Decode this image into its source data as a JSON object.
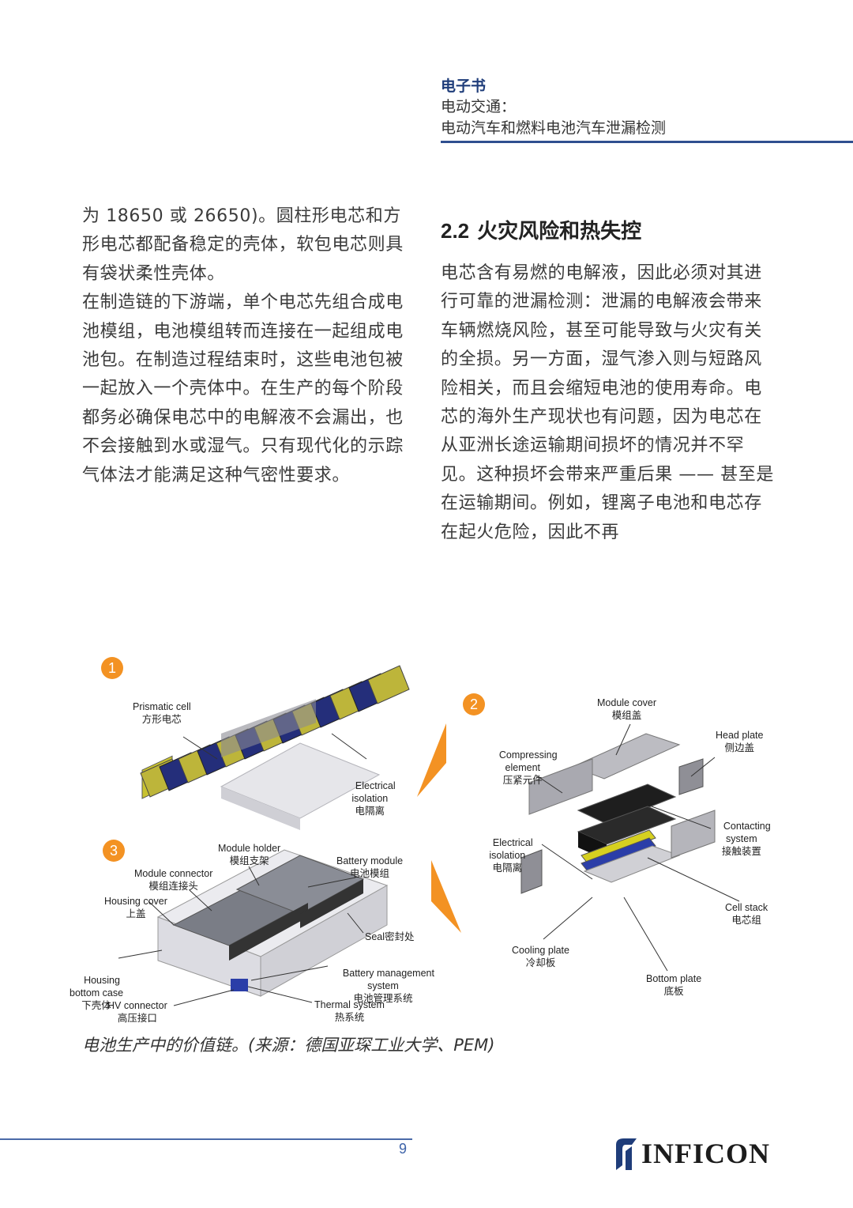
{
  "header": {
    "label": "电子书",
    "line1": "电动交通：",
    "line2": "电动汽车和燃料电池汽车泄漏检测"
  },
  "left_column": {
    "paragraphs": [
      "为 18650 或 26650)。圆柱形电芯和方形电芯都配备稳定的壳体，软包电芯则具有袋状柔性壳体。",
      "在制造链的下游端，单个电芯先组合成电池模组，电池模组转而连接在一起组成电池包。在制造过程结束时，这些电池包被一起放入一个壳体中。在生产的每个阶段都务必确保电芯中的电解液不会漏出，也不会接触到水或湿气。只有现代化的示踪气体法才能满足这种气密性要求。"
    ]
  },
  "right_column": {
    "section_number": "2.2",
    "section_title": "火灾风险和热失控",
    "paragraph": "电芯含有易燃的电解液，因此必须对其进行可靠的泄漏检测：泄漏的电解液会带来车辆燃烧风险，甚至可能导致与火灾有关的全损。另一方面，湿气渗入则与短路风险相关，而且会缩短电池的使用寿命。电芯的海外生产现状也有问题，因为电芯在从亚洲长途运输期间损坏的情况并不罕见。这种损坏会带来严重后果 —— 甚至是在运输期间。例如，锂离子电池和电芯存在起火危险，因此不再"
  },
  "figure": {
    "badges": [
      "1",
      "2",
      "3"
    ],
    "labels": {
      "prismatic_cell": {
        "en": "Prismatic cell",
        "zh": "方形电芯"
      },
      "electrical_isolation_1": {
        "en": "Electrical\nisolation",
        "zh": "电隔离"
      },
      "module_cover": {
        "en": "Module  cover",
        "zh": "模组盖"
      },
      "compressing_element": {
        "en": "Compressing\nelement",
        "zh": "压紧元件"
      },
      "head_plate": {
        "en": "Head plate",
        "zh": "侧边盖"
      },
      "contacting_system": {
        "en": "Contacting\nsystem",
        "zh": "接触装置"
      },
      "electrical_isolation_2": {
        "en": "Electrical\nisolation",
        "zh": "电隔离"
      },
      "cell_stack": {
        "en": "Cell stack",
        "zh": "电芯组"
      },
      "cooling_plate": {
        "en": "Cooling plate",
        "zh": "冷却板"
      },
      "bottom_plate": {
        "en": "Bottom plate",
        "zh": "底板"
      },
      "module_holder": {
        "en": "Module holder",
        "zh": "模组支架"
      },
      "module_connector": {
        "en": "Module connector",
        "zh": "模组连接头"
      },
      "battery_module": {
        "en": "Battery module",
        "zh": "电池模组"
      },
      "housing_cover": {
        "en": "Housing cover",
        "zh": "上盖"
      },
      "seal": {
        "en": "Seal",
        "zh": "密封处"
      },
      "housing_bottom_case": {
        "en": "Housing\nbottom case",
        "zh": "下壳体"
      },
      "battery_management_system": {
        "en": "Battery management\nsystem",
        "zh": "电池管理系统"
      },
      "hv_connector": {
        "en": "HV connector",
        "zh": "高压接口"
      },
      "thermal_system": {
        "en": "Thermal system",
        "zh": "热系统"
      }
    },
    "caption": "电池生产中的价值链。(来源：德国亚琛工业大学、PEM)"
  },
  "footer": {
    "page_number": "9",
    "brand": "INFICON"
  },
  "colors": {
    "accent_orange": "#f39223",
    "header_blue": "#1f3d7a",
    "rule_blue": "#2f4f8f"
  }
}
